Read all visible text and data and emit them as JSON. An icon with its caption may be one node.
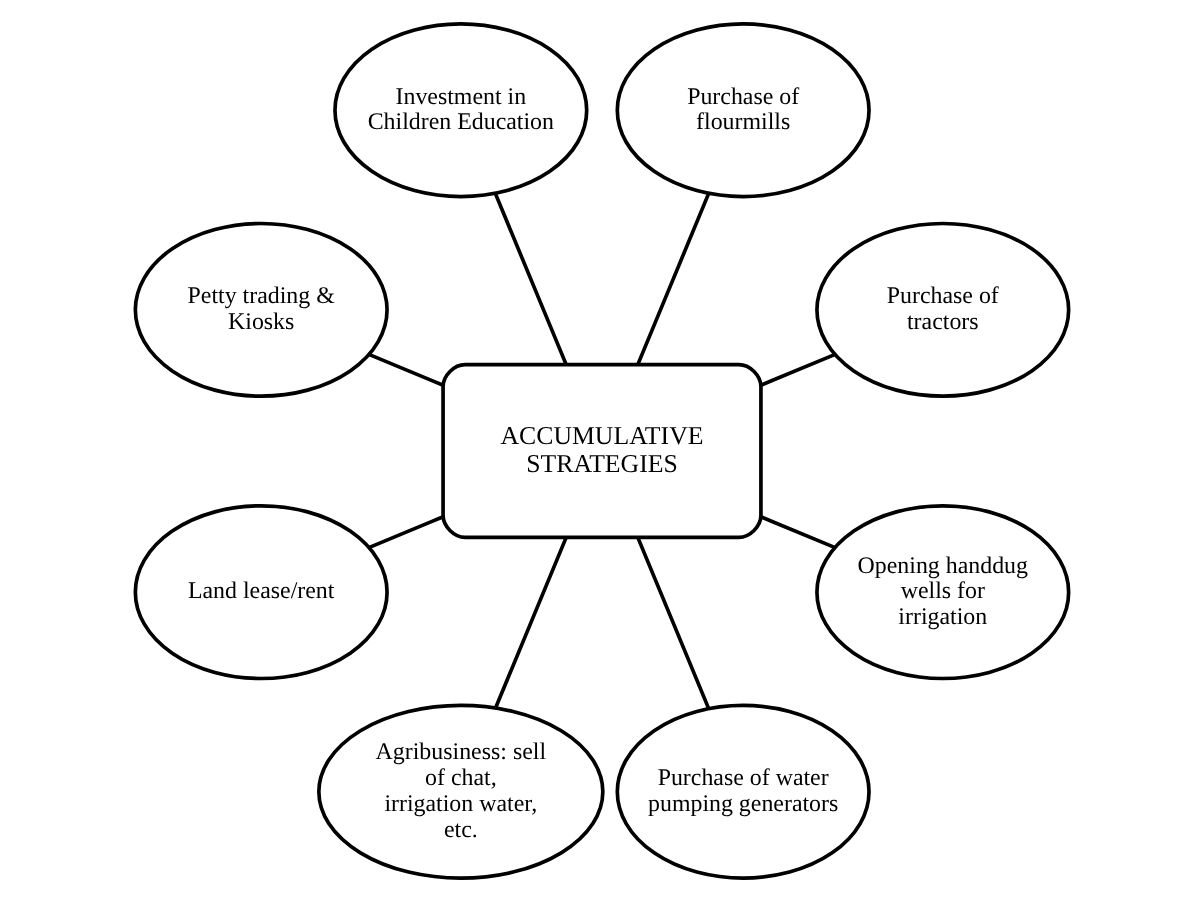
{
  "diagram": {
    "nodes": [
      {
        "text": [
          "ACCUMULATIVE STRATEGIES"
        ]
      },
      {
        "text": [
          "Purchase of tractors"
        ]
      },
      {
        "text": [
          "Purchase of flourmills"
        ]
      },
      {
        "text": [
          "Investment in Children Education"
        ]
      },
      {
        "text": [
          "Petty trading & Kiosks"
        ]
      },
      {
        "text": [
          "Land lease/rent"
        ]
      },
      {
        "text": [
          "Agribusiness: sell of chat, irrigation water, etc."
        ]
      },
      {
        "text": [
          "Purchase of water pumping generators"
        ]
      },
      {
        "text": [
          "Opening handdug wells for irrigation"
        ]
      }
    ],
    "edges": [
      {
        "from": 0,
        "to": 1,
        "arrow": "none"
      },
      {
        "from": 0,
        "to": 2,
        "arrow": "none"
      },
      {
        "from": 0,
        "to": 3,
        "arrow": "none"
      },
      {
        "from": 0,
        "to": 5,
        "arrow": "none"
      },
      {
        "from": 0,
        "to": 8,
        "arrow": "none"
      },
      {
        "from": 0,
        "to": 7,
        "arrow": "none"
      },
      {
        "from": 0,
        "to": 6,
        "arrow": "none"
      },
      {
        "from": 0,
        "to": 4,
        "arrow": "none"
      }
    ]
  }
}
